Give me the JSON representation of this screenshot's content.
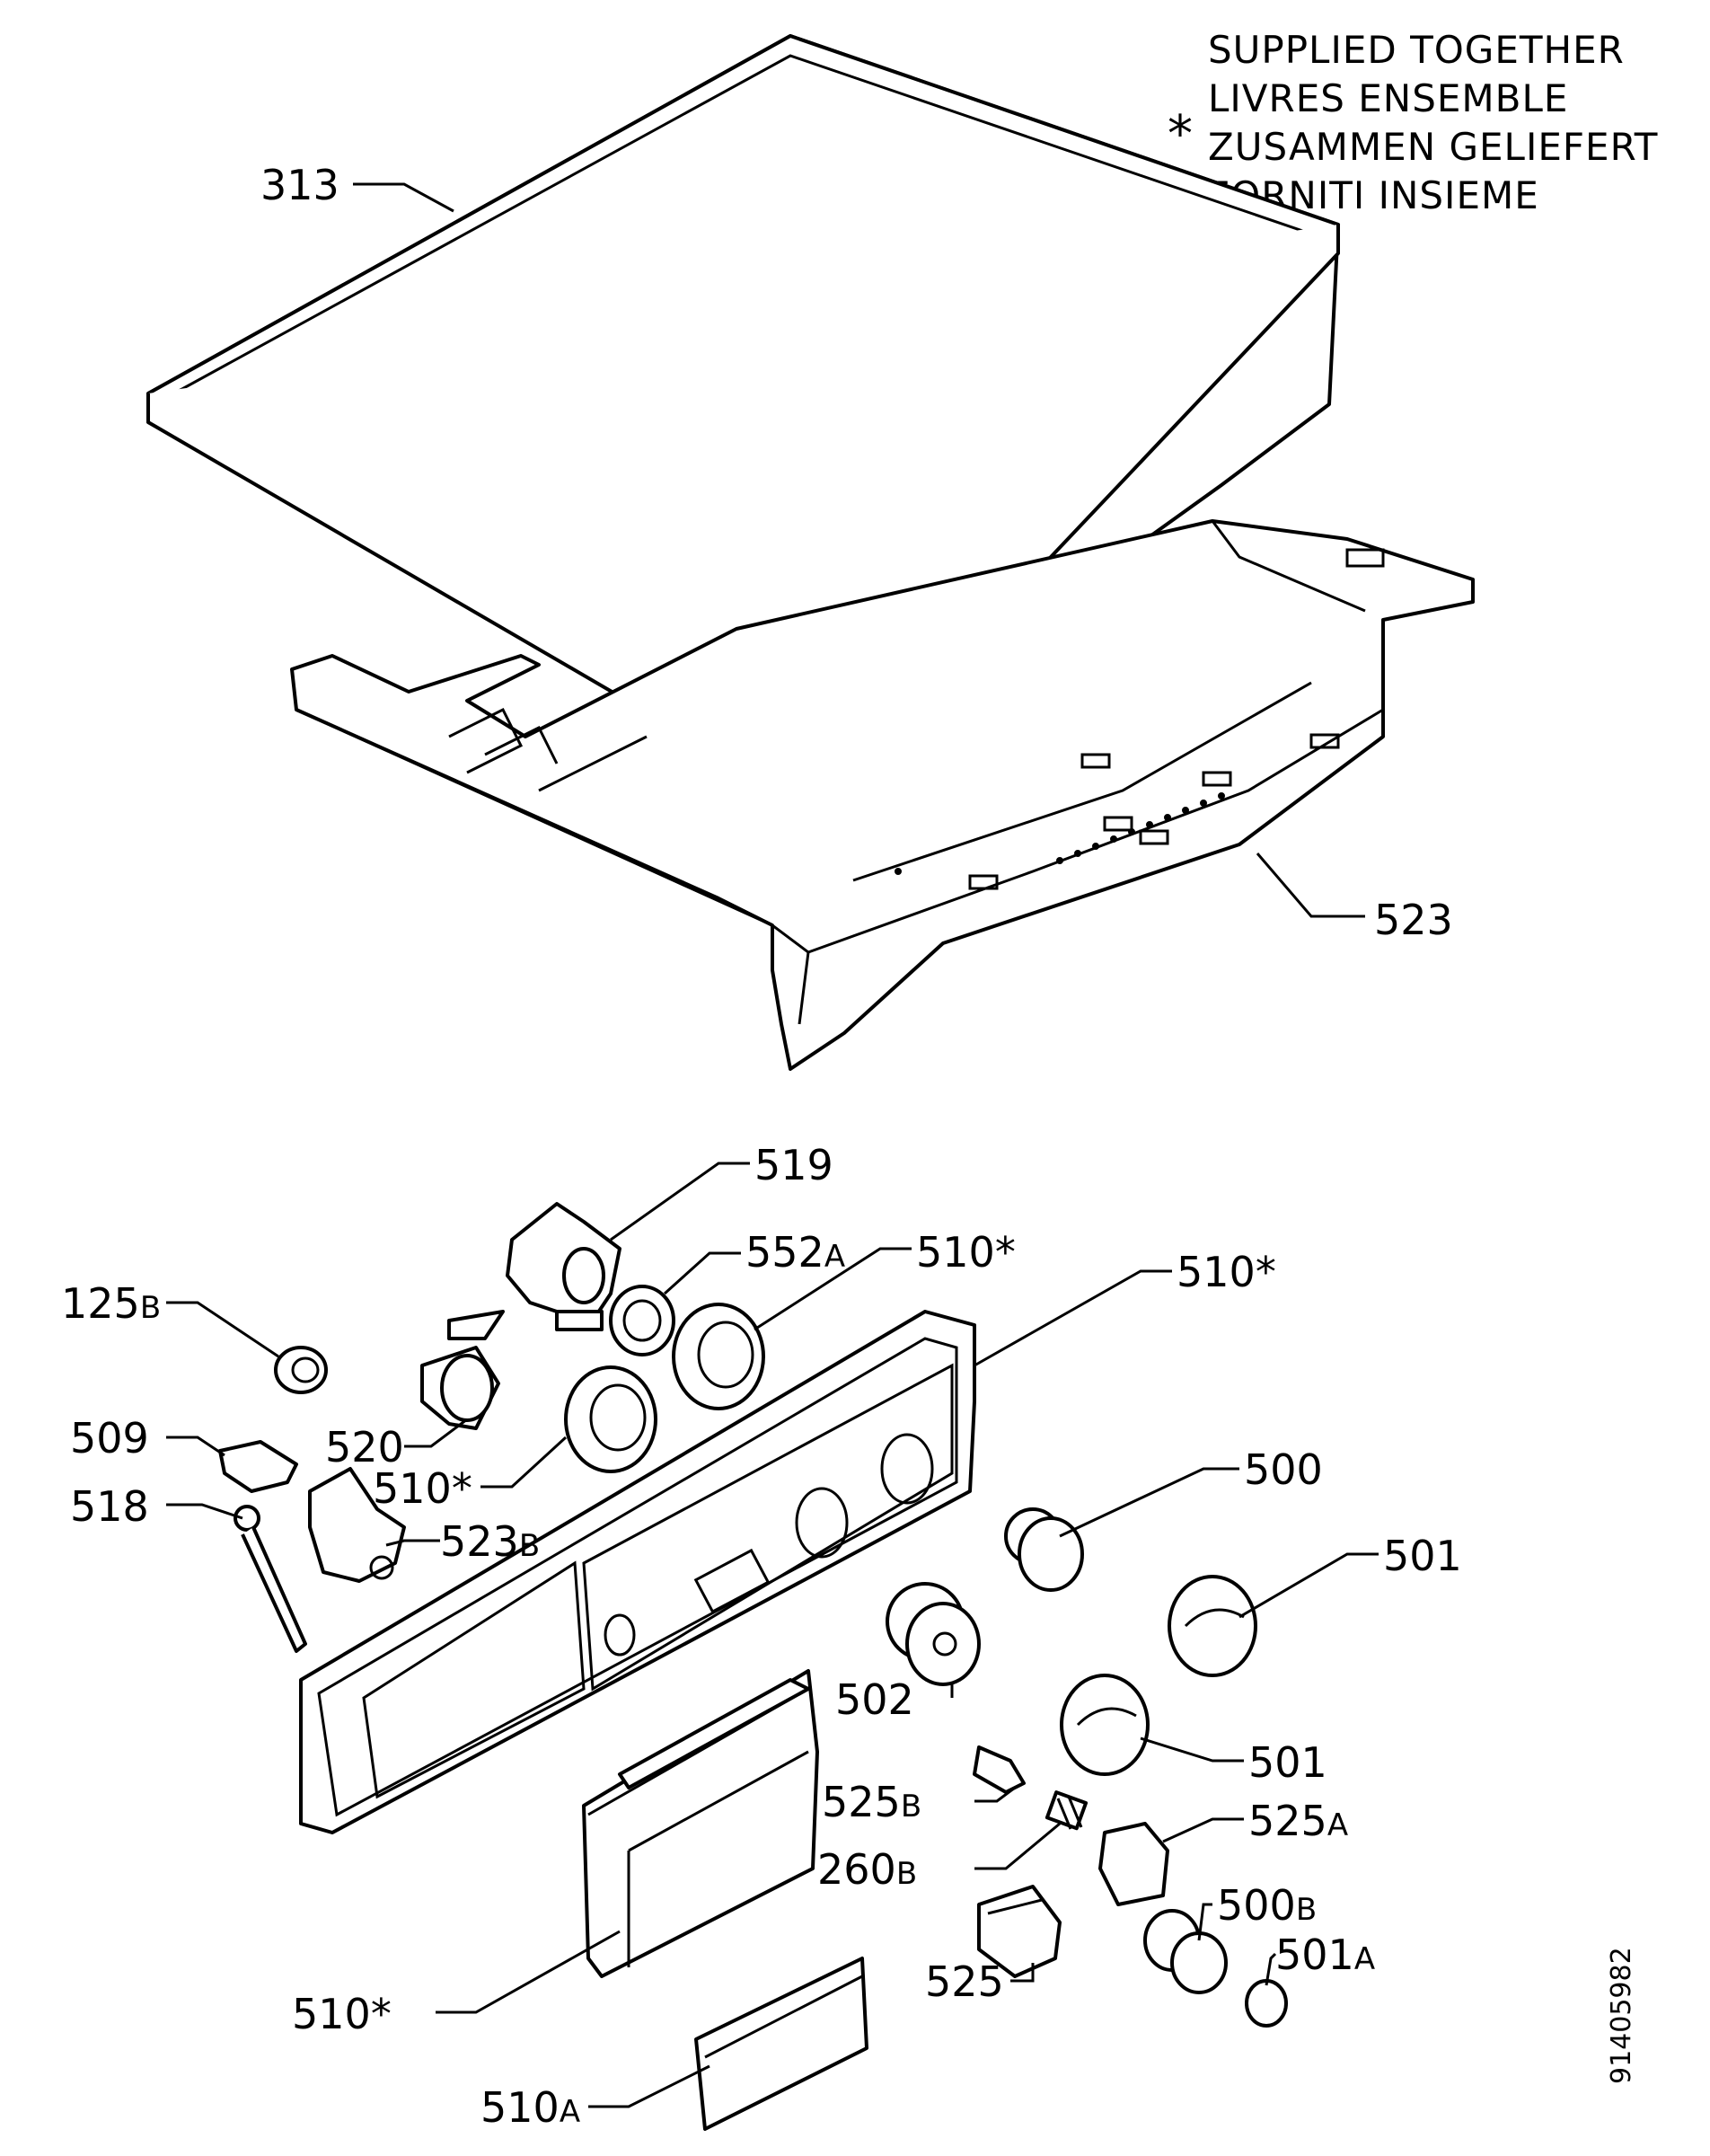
{
  "note": {
    "marker": "*",
    "lines": [
      "SUPPLIED TOGETHER",
      "LIVRES ENSEMBLE",
      "ZUSAMMEN GELIEFERT",
      "FORNITI INSIEME"
    ]
  },
  "document_number": "91405982",
  "callouts": {
    "c313": {
      "num": "313",
      "suffix": ""
    },
    "c523": {
      "num": "523",
      "suffix": ""
    },
    "c519": {
      "num": "519",
      "suffix": ""
    },
    "c552a": {
      "num": "552",
      "suffix": "A"
    },
    "c510s1": {
      "num": "510",
      "suffix": "*"
    },
    "c510s2": {
      "num": "510",
      "suffix": "*"
    },
    "c125b": {
      "num": "125",
      "suffix": "B"
    },
    "c520": {
      "num": "520",
      "suffix": ""
    },
    "c509": {
      "num": "509",
      "suffix": ""
    },
    "c510s3": {
      "num": "510",
      "suffix": "*"
    },
    "c518": {
      "num": "518",
      "suffix": ""
    },
    "c523b": {
      "num": "523",
      "suffix": "B"
    },
    "c500": {
      "num": "500",
      "suffix": ""
    },
    "c501a1": {
      "num": "501",
      "suffix": ""
    },
    "c502": {
      "num": "502",
      "suffix": ""
    },
    "c501a2": {
      "num": "501",
      "suffix": ""
    },
    "c525b": {
      "num": "525",
      "suffix": "B"
    },
    "c525a": {
      "num": "525",
      "suffix": "A"
    },
    "c260b": {
      "num": "260",
      "suffix": "B"
    },
    "c500b": {
      "num": "500",
      "suffix": "B"
    },
    "c501a": {
      "num": "501",
      "suffix": "A"
    },
    "c525": {
      "num": "525",
      "suffix": ""
    },
    "c510s4": {
      "num": "510",
      "suffix": "*"
    },
    "c510a": {
      "num": "510",
      "suffix": "A"
    }
  }
}
